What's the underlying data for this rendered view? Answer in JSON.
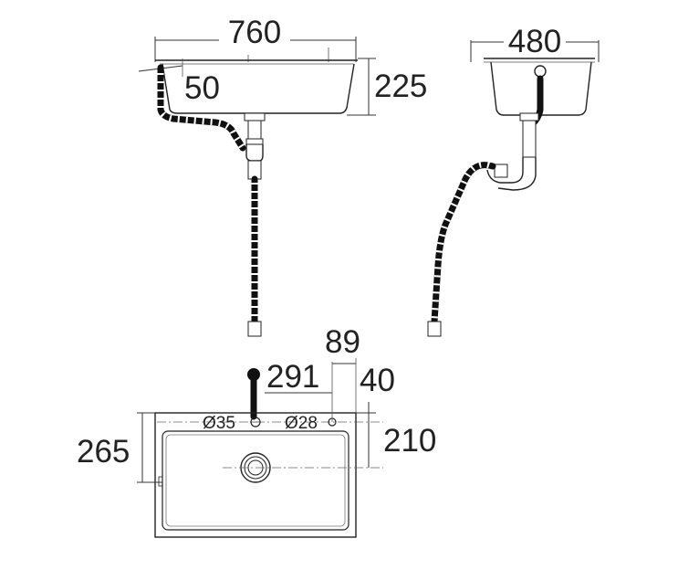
{
  "drawing": {
    "front_view": {
      "width": "760",
      "depth": "225",
      "rim": "50"
    },
    "side_view": {
      "width": "480"
    },
    "top_view": {
      "overall_depth": "265",
      "bowl_depth": "210",
      "tap_hole_offset": "291",
      "tap_to_edge": "89",
      "hole_from_back": "40",
      "tap_hole_diameter": "Ø35",
      "accessory_hole_diameter": "Ø28"
    }
  }
}
